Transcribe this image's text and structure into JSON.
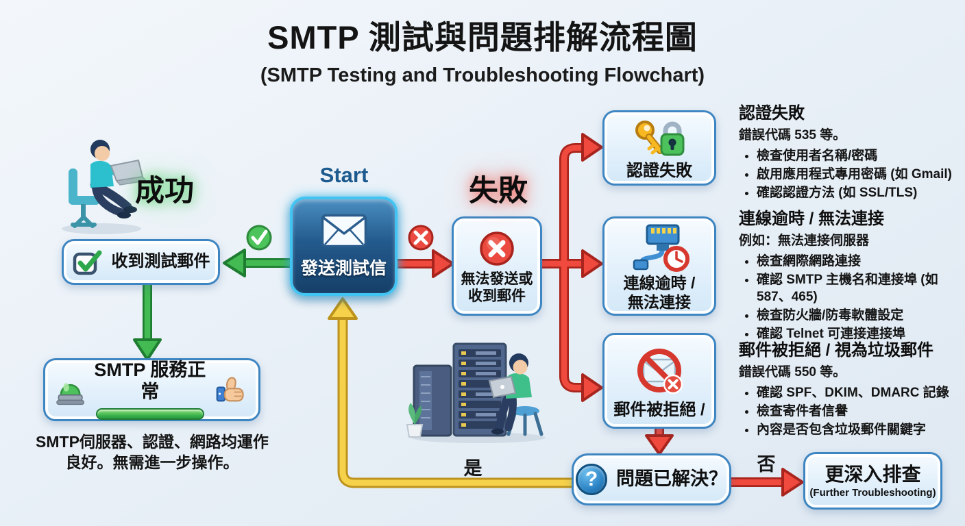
{
  "header": {
    "title": "SMTP 測試與問題排解流程圖",
    "subtitle": "(SMTP Testing and Troubleshooting Flowchart)"
  },
  "labels": {
    "success": "成功",
    "start": "Start",
    "failure": "失敗",
    "yes": "是",
    "no": "否"
  },
  "nodes": {
    "received": {
      "label": "收到測試郵件"
    },
    "send_test": {
      "label": "發送測試信"
    },
    "cannot_send": {
      "line1": "無法發送或",
      "line2": "收到郵件"
    },
    "auth_fail": {
      "label": "認證失敗"
    },
    "timeout": {
      "line1": "連線逾時 /",
      "line2": "無法連接"
    },
    "rejected": {
      "label": "郵件被拒絕 /"
    },
    "smtp_ok": {
      "label": "SMTP 服務正常",
      "note_line1": "SMTP伺服器、認證、網路均運作",
      "note_line2": "良好。無需進一步操作。"
    },
    "solved": {
      "label": "問題已解決？"
    },
    "further": {
      "label": "更深入排查",
      "sublabel": "(Further Troubleshooting)"
    }
  },
  "panels": [
    {
      "title": "認證失敗",
      "subtitle": "錯誤代碼 535 等。",
      "bullets": [
        "檢查使用者名稱/密碼",
        "啟用應用程式專用密碼 (如 Gmail)",
        "確認認證方法 (如 SSL/TLS)"
      ]
    },
    {
      "title": "連線逾時 / 無法連接",
      "subtitle": "例如：無法連接伺服器",
      "bullets": [
        "檢查網際網路連接",
        "確認 SMTP 主機名和連接埠 (如 587、465)",
        "檢查防火牆/防毒軟體設定",
        "確認 Telnet 可連接連接埠"
      ]
    },
    {
      "title": "郵件被拒絕 / 視為垃圾郵件",
      "subtitle": "錯誤代碼 550 等。",
      "bullets": [
        "確認 SPF、DKIM、DMARC 記錄",
        "檢查寄件者信譽",
        "內容是否包含垃圾郵件關鍵字"
      ]
    }
  ],
  "icons": {
    "question_mark": "?"
  },
  "colors": {
    "green": "#43ba52",
    "red": "#ef4a3d",
    "yellow": "#f6d24a",
    "node_border": "#3e86c2",
    "start_border": "#42c4f2",
    "start_fill": "#1c4a78"
  }
}
